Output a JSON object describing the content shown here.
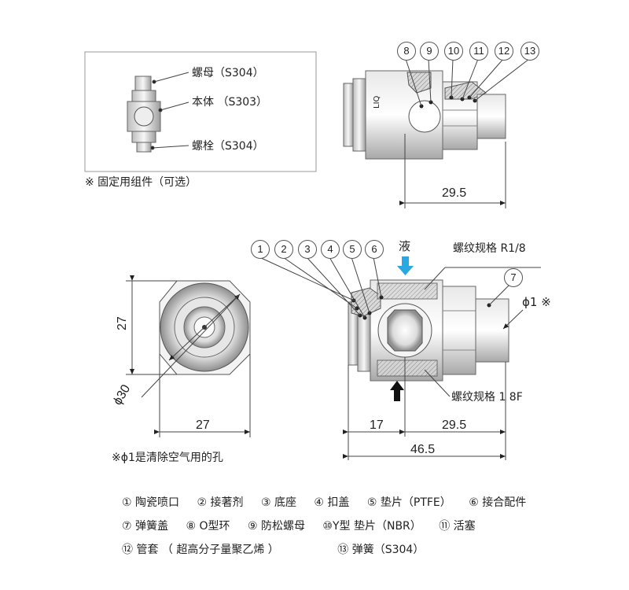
{
  "fixing_kit": {
    "nut": "螺母（S304）",
    "body": "本体 （S303）",
    "bolt": "螺栓（S304）",
    "note": "※ 固定用组件（可选）"
  },
  "top_view": {
    "callouts": [
      "8",
      "9",
      "10",
      "11",
      "12",
      "13"
    ],
    "marking": "LIQ",
    "dim_29_5": "29.5"
  },
  "main_view": {
    "callouts": [
      "1",
      "2",
      "3",
      "4",
      "5",
      "6"
    ],
    "callout_7": "7",
    "liquid": "液",
    "thread_top": "螺纹规格 R1/8",
    "thread_bottom": "螺纹规格 1 8F",
    "hole": "ϕ1 ※",
    "dim_17": "17",
    "dim_29_5": "29.5",
    "dim_46_5": "46.5"
  },
  "front_view": {
    "dim_27_v": "27",
    "dim_27_h": "27",
    "dim_phi30": "ϕ30"
  },
  "hole_note": "※ϕ1是清除空气用的孔",
  "legend": {
    "row1": [
      "① 陶瓷喷口",
      "② 接著剂",
      "③ 底座",
      "④ 扣盖",
      "⑤ 垫片（PTFE）",
      "⑥ 接合配件"
    ],
    "row2": [
      "⑦ 弹簧盖",
      "⑧ O型环",
      "⑨ 防松螺母",
      "⑩Y型 垫片（NBR）",
      "⑪ 活塞"
    ],
    "row3": [
      "⑫ 管套 （ 超高分子量聚乙烯 ）",
      "⑬ 弹簧（S304）"
    ]
  },
  "colors": {
    "liquid_arrow": "#29a9e1",
    "air_arrow": "#111111",
    "metal": "#cfcfcf"
  }
}
